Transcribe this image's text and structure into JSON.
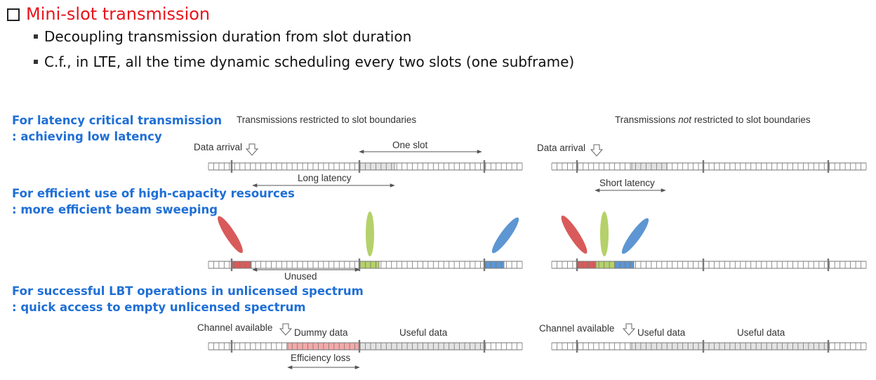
{
  "title": "Mini-slot transmission",
  "bullets": [
    "Decoupling transmission duration from slot duration",
    "C.f., in LTE, all the time dynamic scheduling every two slots (one subframe)"
  ],
  "sections": {
    "latency": {
      "heading": "For latency critical transmission",
      "subheading": ": achieving low latency"
    },
    "beam": {
      "heading": "For efficient use of high-capacity resources",
      "subheading": ": more efficient beam sweeping"
    },
    "lbt": {
      "heading": "For successful LBT operations in unlicensed spectrum",
      "subheading": ": quick access to empty unlicensed spectrum"
    }
  },
  "columns": {
    "left_header": "Transmissions restricted to slot boundaries",
    "right_header_pre": "Transmissions ",
    "right_header_em": "not",
    "right_header_post": " restricted to slot boundaries"
  },
  "labels": {
    "data_arrival": "Data arrival",
    "one_slot": "One slot",
    "long_latency": "Long latency",
    "short_latency": "Short latency",
    "unused": "Unused",
    "channel_available": "Channel available",
    "dummy_data": "Dummy data",
    "useful_data": "Useful data",
    "efficiency_loss": "Efficiency loss"
  },
  "colors": {
    "title": "#e8141c",
    "heading": "#1f6fd6",
    "beam_red": "#d95a5a",
    "beam_green": "#b5d16a",
    "beam_blue": "#5d96d2",
    "dummy": "#f4a9a9"
  }
}
